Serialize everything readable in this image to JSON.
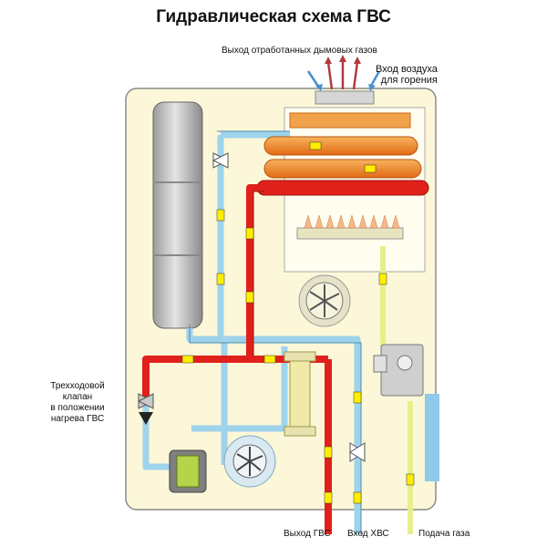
{
  "title": "Гидравлическая схема ГВС",
  "labels": {
    "flue_gas_out": "Выход отработанных дымовых газов",
    "combustion_air_in_line1": "Вход воздуха",
    "combustion_air_in_line2": "для горения",
    "three_way_valve_line1": "Трехходовой",
    "three_way_valve_line2": "клапан",
    "three_way_valve_line3": "в положении",
    "three_way_valve_line4": "нагрева ГВС",
    "dhw_out": "Выход ГВС",
    "cold_water_in": "Вход ХВС",
    "gas_supply": "Подача газа"
  },
  "colors": {
    "hot_pipe": "#e0211b",
    "cold_pipe": "#9ed3ec",
    "gas_pipe": "#e6ef8c",
    "casing": "#fbf7d8",
    "exchanger": "#ef8a2a",
    "flow_arrow": "#ffee00"
  }
}
